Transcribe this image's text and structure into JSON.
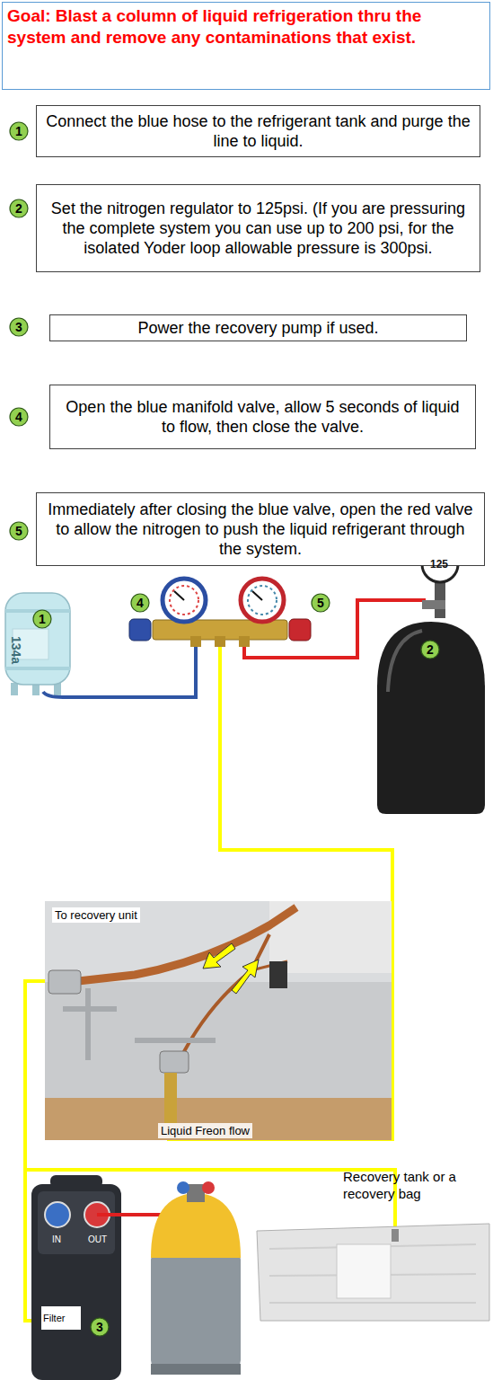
{
  "diagram": {
    "title": "Goal: Blast a column of liquid refrigeration thru the system and remove any contaminations that exist.",
    "nodes": [
      {
        "text": [
          "1"
        ]
      },
      {
        "text": [
          "Connect the blue hose to the refrigerant tank and purge the line to liquid."
        ]
      },
      {
        "text": [
          "2"
        ]
      },
      {
        "text": [
          "Set the nitrogen regulator to 125psi. (If you are pressuring the complete system you can use up to 200 psi, for the isolated Yoder loop allowable pressure is 300psi."
        ]
      },
      {
        "text": [
          "3"
        ]
      },
      {
        "text": [
          "Power the recovery pump if used."
        ]
      },
      {
        "text": [
          "4"
        ]
      },
      {
        "text": [
          "Open the blue manifold valve, allow 5 seconds of liquid to flow, then close the valve."
        ]
      },
      {
        "text": [
          "5"
        ]
      },
      {
        "text": [
          "Immediately after closing the blue valve, open the red valve to allow the nitrogen to push the liquid refrigerant through the system."
        ]
      },
      {
        "text": [
          "1"
        ]
      },
      {
        "text": [
          "4"
        ]
      },
      {
        "text": [
          "5"
        ]
      },
      {
        "text": [
          "2"
        ]
      },
      {
        "text": [
          "3"
        ]
      }
    ],
    "labels": [
      "134a",
      "125",
      "To recovery unit",
      "Liquid Freon flow",
      "Recovery tank or a recovery bag",
      "IN",
      "OUT",
      "Filter"
    ]
  }
}
